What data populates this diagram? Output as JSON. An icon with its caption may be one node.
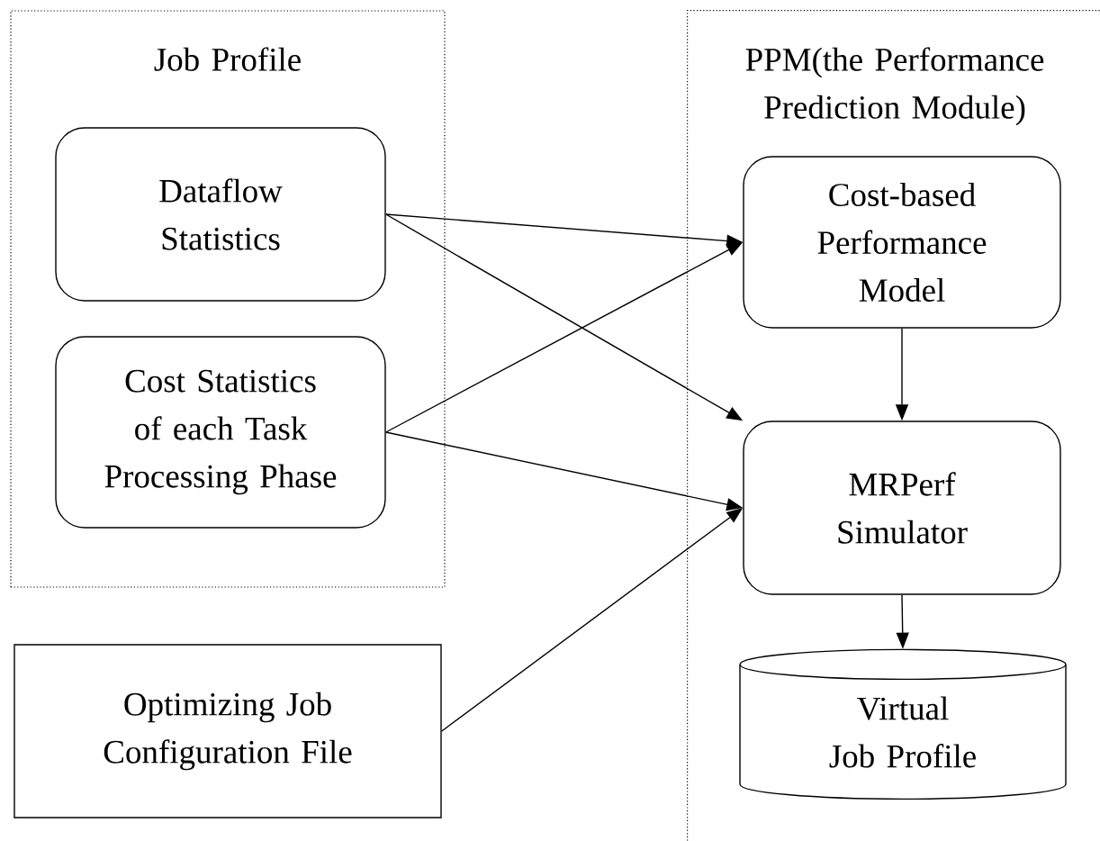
{
  "diagram": {
    "nodes": [
      {
        "text": [
          "Job Profile"
        ]
      },
      {
        "text": [
          "Dataflow Statistics"
        ],
        "in": 0
      },
      {
        "text": [
          "Cost Statistics of each Task Processing Phase"
        ],
        "in": 0
      },
      {
        "text": [
          "Optimizing Job Configuration File"
        ]
      },
      {
        "text": [
          "PPM(the Performance Prediction Module)"
        ]
      },
      {
        "text": [
          "Cost-based Performance Model"
        ],
        "in": 4
      },
      {
        "text": [
          "MRPerf Simulator"
        ],
        "in": 4
      },
      {
        "text": [
          "Virtual Job Profile"
        ],
        "in": 4
      }
    ],
    "edges": [
      {
        "from": 1,
        "to": 5,
        "arrow": "to"
      },
      {
        "from": 1,
        "to": 6,
        "arrow": "to"
      },
      {
        "from": 2,
        "to": 5,
        "arrow": "to"
      },
      {
        "from": 2,
        "to": 6,
        "arrow": "to"
      },
      {
        "from": 3,
        "to": 6,
        "arrow": "to"
      },
      {
        "from": 5,
        "to": 6,
        "arrow": "to"
      },
      {
        "from": 6,
        "to": 7,
        "arrow": "to"
      }
    ]
  }
}
